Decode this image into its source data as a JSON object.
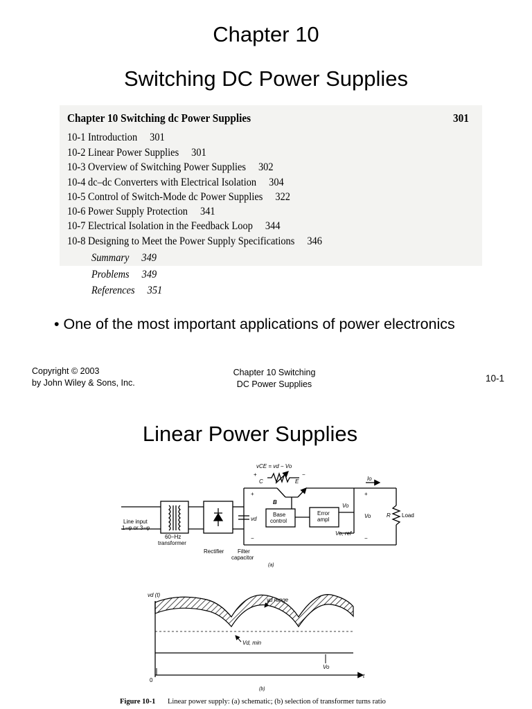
{
  "slide1": {
    "title_line1": "Chapter 10",
    "title_line2": "Switching DC Power Supplies",
    "toc": {
      "heading": "Chapter 10   Switching dc Power Supplies",
      "heading_page": "301",
      "entries": [
        {
          "num": "10-1",
          "title": "Introduction",
          "page": "301"
        },
        {
          "num": "10-2",
          "title": "Linear Power Supplies",
          "page": "301"
        },
        {
          "num": "10-3",
          "title": "Overview of Switching Power Supplies",
          "page": "302"
        },
        {
          "num": "10-4",
          "title": "dc–dc Converters with Electrical Isolation",
          "page": "304"
        },
        {
          "num": "10-5",
          "title": "Control of Switch-Mode dc Power Supplies",
          "page": "322"
        },
        {
          "num": "10-6",
          "title": "Power Supply Protection",
          "page": "341"
        },
        {
          "num": "10-7",
          "title": "Electrical Isolation in the Feedback Loop",
          "page": "344"
        },
        {
          "num": "10-8",
          "title": "Designing to Meet the Power Supply Specifications",
          "page": "346"
        }
      ],
      "extras": [
        {
          "title": "Summary",
          "page": "349"
        },
        {
          "title": "Problems",
          "page": "349"
        },
        {
          "title": "References",
          "page": "351"
        }
      ]
    },
    "bullet": "• One of the most important applications of power electronics",
    "footer": {
      "copyright_line1": "Copyright © 2003",
      "copyright_line2": "by John Wiley & Sons, Inc.",
      "center_line1": "Chapter 10 Switching",
      "center_line2": "DC Power Supplies",
      "page_number": "10-1"
    }
  },
  "slide2": {
    "title": "Linear Power Supplies",
    "figure": {
      "schematic": {
        "vce_label": "vCE = vd − Vo",
        "plus": "+",
        "minus": "−",
        "c_label": "C",
        "e_label": "E",
        "b_label": "B",
        "line_input_1": "Line input",
        "line_input_2": "1−φ or 3−φ",
        "transformer_1": "60−Hz",
        "transformer_2": "transformer",
        "rectifier": "Rectifier",
        "filter_1": "Filter",
        "filter_2": "capacitor",
        "vd": "vd",
        "base_control_1": "Base",
        "base_control_2": "control",
        "error_ampl_1": "Error",
        "error_ampl_2": "ampl",
        "vo_in": "Vo",
        "vo_ref": "Vo, ref",
        "vo_out": "Vo",
        "io": "Io",
        "r": "R",
        "load": "Load",
        "part": "(a)"
      },
      "waveform": {
        "y_label": "vd (t)",
        "range_label": "vd range",
        "vd_min": "Vd, min",
        "vo": "Vo",
        "origin": "0",
        "t": "t",
        "part": "(b)"
      },
      "caption_label": "Figure 10-1",
      "caption_text": "Linear power supply: (a) schematic; (b) selection of transformer turns ratio"
    }
  }
}
